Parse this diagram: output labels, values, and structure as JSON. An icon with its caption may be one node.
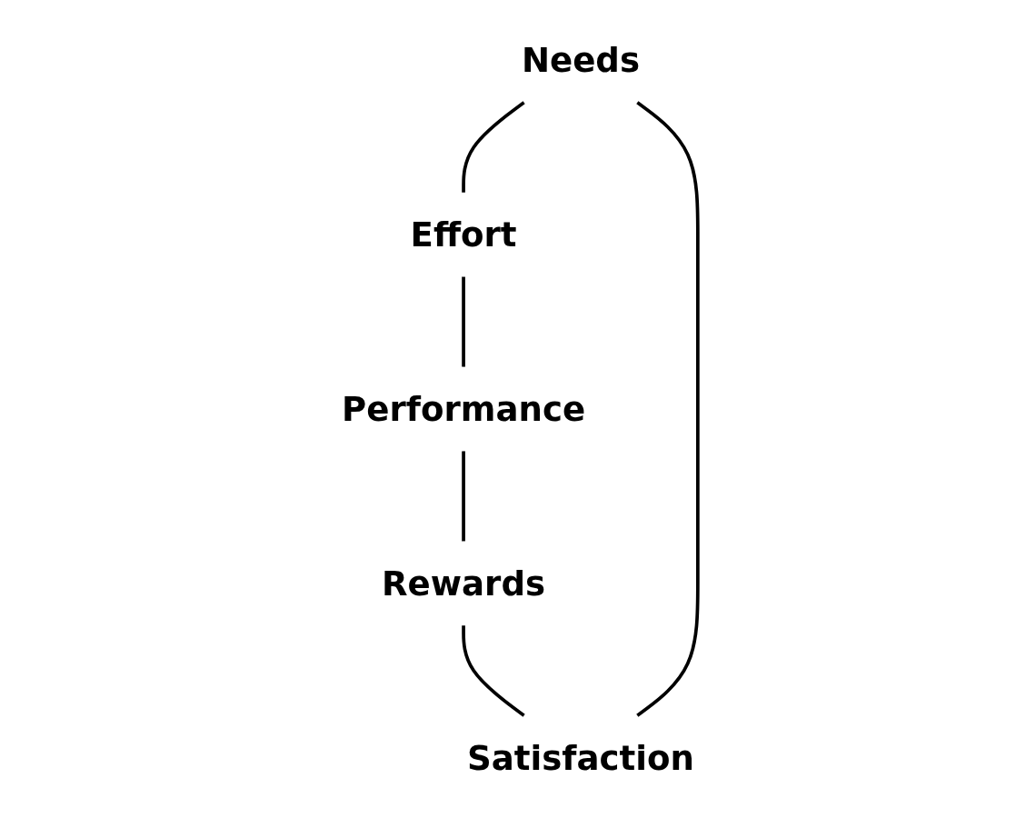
{
  "diagram": {
    "nodes": [
      {
        "text": [
          "Needs"
        ]
      },
      {
        "text": [
          "Effort"
        ]
      },
      {
        "text": [
          "Performance"
        ]
      },
      {
        "text": [
          "Rewards"
        ]
      },
      {
        "text": [
          "Satisfaction"
        ]
      }
    ],
    "edges": [
      {
        "from": 0,
        "to": 1,
        "arrow": "none"
      },
      {
        "from": 1,
        "to": 2,
        "arrow": "none"
      },
      {
        "from": 2,
        "to": 3,
        "arrow": "none"
      },
      {
        "from": 3,
        "to": 4,
        "arrow": "none"
      },
      {
        "from": 4,
        "to": 0,
        "arrow": "none"
      }
    ]
  }
}
